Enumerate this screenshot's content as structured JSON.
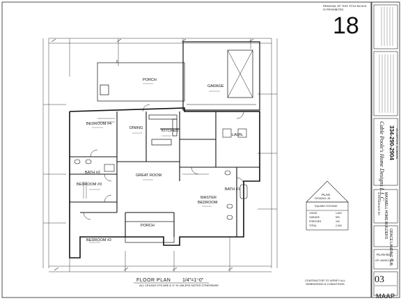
{
  "sheet": {
    "number": "18",
    "top_note": "REMOVAL OF THIS TITLE BLOCK IS PROHIBITED",
    "drawing_title": "FLOOR PLAN",
    "drawing_scale": "1/4\"=1'-0\"",
    "drawing_subnote": "ALL CEILING HTS ARE 8'-0\" HI UNLESS NOTED OTHERWISE",
    "contractor_note": "CONTRACTOR TO VERIFY ALL DIMENSIONS & CONDITIONS",
    "corner_number": "03",
    "corner_tag": "MAAP"
  },
  "rooms": {
    "garage": "GARAGE",
    "porch_top": "PORCH",
    "bedroom4": "BEDROOM #4",
    "dining": "DINING",
    "kitchen": "KITCHEN",
    "laun": "LAUN.",
    "bath2": "BATH #2",
    "great_room": "GREAT ROOM",
    "bedroom3": "BEDROOM #3",
    "bath1": "BATH #1",
    "master": "MASTER",
    "bedroom_word": "BEDROOM",
    "porch_bottom": "PORCH",
    "bedroom2": "BEDROOM #2"
  },
  "title_block": {
    "company_script": "Cable Poole's Home Designs L.L.C.",
    "phone": "334-290-2904",
    "location": "MILLBROOK, ALABAMA",
    "client_prefix": "A RESIDENCE BY",
    "client_name": "MAXWELL HOME BUILDERS",
    "subdivision": "GRACE LANDING SUB.",
    "plan_no_label": "PLAN NO.",
    "plan_no_value": "GP-1600CL-25",
    "plan_label": "PLAN",
    "plan_id": "GP1600CL-25",
    "plan_sqft_label": "SQUARE FOOTAGE",
    "areas": [
      {
        "label": "LIVING",
        "value": "1,624"
      },
      {
        "label": "GARAGE",
        "value": "500"
      },
      {
        "label": "PORCHES",
        "value": "192"
      },
      {
        "label": "TOTAL",
        "value": "2,316"
      }
    ]
  }
}
